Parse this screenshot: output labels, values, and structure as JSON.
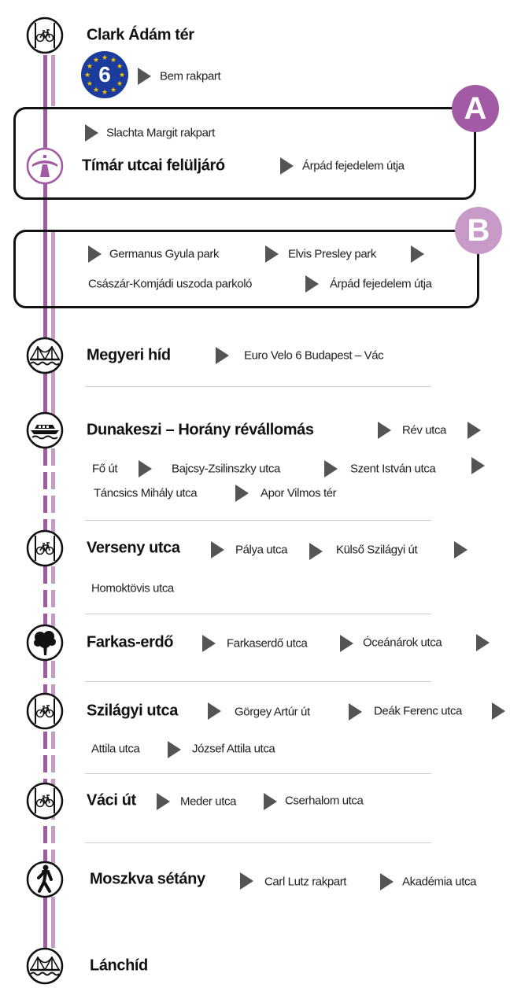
{
  "colors": {
    "route_a": "#a15aa3",
    "route_b": "#c89ac8",
    "arrow": "#555555",
    "ev_blue": "#1b3c9c",
    "ev_star": "#f5c400"
  },
  "start": {
    "title": "Clark Ádám tér",
    "icon": "bike-lane-icon",
    "ev_badge": "6",
    "next": "Bem rakpart"
  },
  "variant_a": {
    "badge": "A",
    "pre": "Slachta Margit rakpart",
    "title": "Tímár utcai felüljáró",
    "icon": "overpass-icon",
    "next": "Árpád fejedelem útja"
  },
  "variant_b": {
    "badge": "B",
    "streets": [
      "Germanus Gyula park",
      "Elvis Presley park",
      "Császár-Komjádi uszoda parkoló",
      "Árpád fejedelem útja"
    ]
  },
  "stations": [
    {
      "title": "Megyeri híd",
      "icon": "bridge-icon",
      "streets": [
        "Euro Velo 6  Budapest – Vác"
      ]
    },
    {
      "title": "Dunakeszi – Horány révállomás",
      "icon": "ferry-icon",
      "streets": [
        "Rév utca",
        "Fő út",
        "Bajcsy-Zsilinszky utca",
        "Szent István utca",
        "Táncsics Mihály utca",
        "Apor Vilmos tér"
      ]
    },
    {
      "title": "Verseny utca",
      "icon": "bike-lane-icon",
      "streets": [
        "Pálya utca",
        "Külső Szilágyi út",
        "Homoktövis utca"
      ]
    },
    {
      "title": "Farkas-erdő",
      "icon": "tree-icon",
      "streets": [
        "Farkaserdő utca",
        "Óceánárok utca"
      ]
    },
    {
      "title": "Szilágyi utca",
      "icon": "bike-lane-icon",
      "streets": [
        "Görgey Artúr út",
        "Deák Ferenc utca",
        "Attila utca",
        "József Attila utca"
      ]
    },
    {
      "title": "Váci út",
      "icon": "bike-lane-icon",
      "streets": [
        "Meder utca",
        "Cserhalom utca"
      ]
    },
    {
      "title": "Moszkva sétány",
      "icon": "pedestrian-icon",
      "streets": [
        "Carl Lutz rakpart",
        "Akadémia utca"
      ]
    },
    {
      "title": "Lánchíd",
      "icon": "bridge-icon",
      "streets": []
    }
  ]
}
